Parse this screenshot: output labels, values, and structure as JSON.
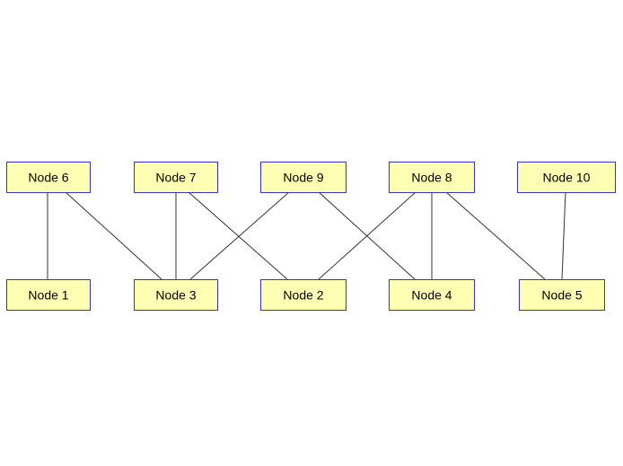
{
  "style": {
    "node_fill": "#ffffb3",
    "node_border": "#3333cc",
    "edge_color": "#333333",
    "background": "#ffffff"
  },
  "nodes": [
    {
      "id": "n6",
      "label": "Node 6"
    },
    {
      "id": "n7",
      "label": "Node 7"
    },
    {
      "id": "n9",
      "label": "Node 9"
    },
    {
      "id": "n8",
      "label": "Node 8"
    },
    {
      "id": "n10",
      "label": "Node 10"
    },
    {
      "id": "n1",
      "label": "Node 1"
    },
    {
      "id": "n3",
      "label": "Node 3"
    },
    {
      "id": "n2",
      "label": "Node 2"
    },
    {
      "id": "n4",
      "label": "Node 4"
    },
    {
      "id": "n5",
      "label": "Node 5"
    }
  ],
  "edges": [
    {
      "from": "n6",
      "to": "n1"
    },
    {
      "from": "n6",
      "to": "n3"
    },
    {
      "from": "n7",
      "to": "n3"
    },
    {
      "from": "n7",
      "to": "n2"
    },
    {
      "from": "n9",
      "to": "n3"
    },
    {
      "from": "n9",
      "to": "n4"
    },
    {
      "from": "n8",
      "to": "n2"
    },
    {
      "from": "n8",
      "to": "n4"
    },
    {
      "from": "n8",
      "to": "n5"
    },
    {
      "from": "n10",
      "to": "n5"
    }
  ]
}
